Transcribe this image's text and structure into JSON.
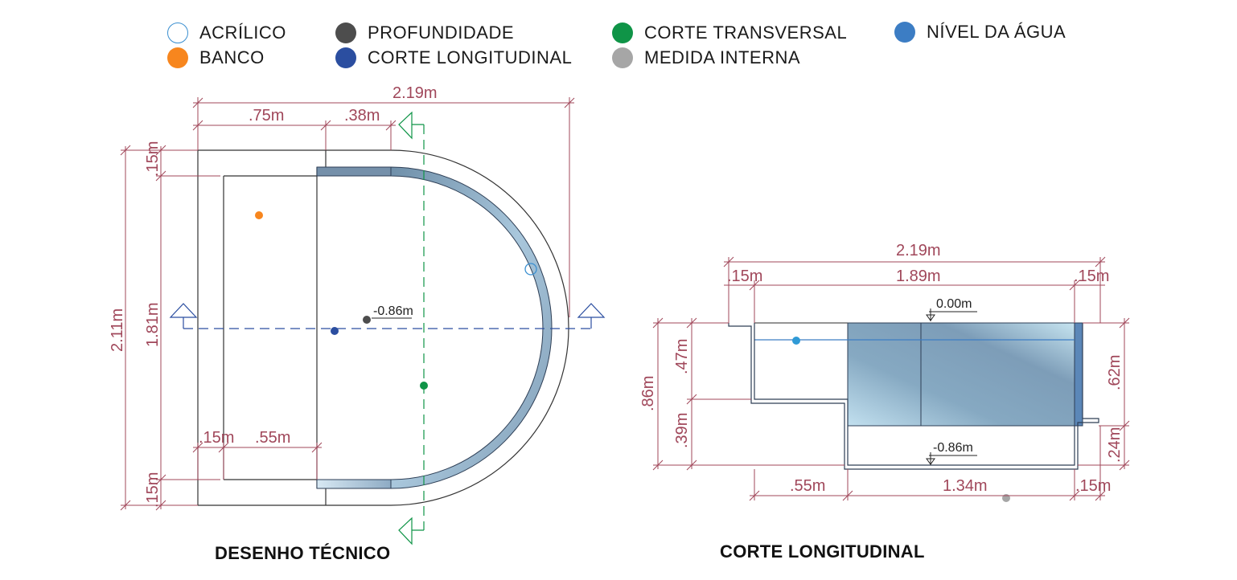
{
  "legend": [
    {
      "label": "ACRÍLICO",
      "color": "#ffffff",
      "border": "#3a8fd0"
    },
    {
      "label": "BANCO",
      "color": "#f7861e"
    },
    {
      "label": "PROFUNDIDADE",
      "color": "#4d4d4d"
    },
    {
      "label": "CORTE LONGITUDINAL",
      "color": "#2b4ea0"
    },
    {
      "label": "CORTE TRANSVERSAL",
      "color": "#0f9447"
    },
    {
      "label": "MEDIDA INTERNA",
      "color": "#a6a6a6"
    },
    {
      "label": "NÍVEL DA ÁGUA",
      "color": "#3c7dc4"
    }
  ],
  "plan": {
    "title": "DESENHO TÉCNICO",
    "dims": {
      "total_width": "2.19m",
      "bench_depth": ".75m",
      "step": ".38m",
      "top_wall": ".15m",
      "total_height": "2.11m",
      "inner_height": "1.81m",
      "bottom_wall": ".15m",
      "left_wall_bottom": ".15m",
      "bottom_inner": ".55m"
    },
    "depth_label": "-0.86m"
  },
  "section": {
    "title": "CORTE LONGITUDINAL",
    "dims": {
      "total_width": "2.19m",
      "left_wall": ".15m",
      "inner_width": "1.89m",
      "right_wall": ".15m",
      "total_depth": ".86m",
      "bench_drop": ".47m",
      "bench_height": ".39m",
      "right_height": ".62m",
      "right_lower": ".24m",
      "bench_length": ".55m",
      "deep_length": "1.34m",
      "bottom_right": ".15m"
    },
    "level_top": "0.00m",
    "level_bottom": "-0.86m"
  }
}
